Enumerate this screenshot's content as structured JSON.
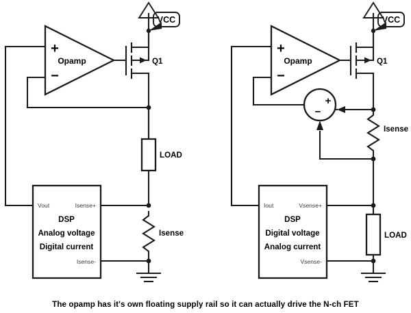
{
  "caption": "The opamp has it's own floating supply rail so it can actually drive the N-ch FET",
  "circuits": [
    {
      "id": "left-circuit",
      "name": "analog-voltage-digital-current",
      "supply": {
        "label": "VCC",
        "symbol": "arrow-up-rail"
      },
      "opamp": {
        "label": "Opamp",
        "plus": "+",
        "minus": "−"
      },
      "mosfet": {
        "label": "Q1",
        "type": "N-ch FET"
      },
      "components": [
        {
          "name": "load-resistor",
          "label": "LOAD",
          "style": "box"
        },
        {
          "name": "sense-resistor",
          "label": "Isense",
          "style": "zigzag"
        }
      ],
      "dsp": {
        "title": "DSP",
        "line1": "Analog voltage",
        "line2": "Digital current",
        "pins": {
          "left": "Vout",
          "right_top": "Isense+",
          "right_bottom": "Isense-"
        }
      },
      "ground": "earth-ground"
    },
    {
      "id": "right-circuit",
      "name": "digital-voltage-analog-current",
      "supply": {
        "label": "VCC",
        "symbol": "arrow-up-rail"
      },
      "opamp": {
        "label": "Opamp",
        "plus": "+",
        "minus": "−"
      },
      "mosfet": {
        "label": "Q1",
        "type": "N-ch FET"
      },
      "diffamp": {
        "name": "difference-amplifier",
        "plus": "+",
        "minus": "−"
      },
      "components": [
        {
          "name": "sense-resistor",
          "label": "Isense",
          "style": "zigzag"
        },
        {
          "name": "load-resistor",
          "label": "LOAD",
          "style": "box"
        }
      ],
      "dsp": {
        "title": "DSP",
        "line1": "Digital voltage",
        "line2": "Analog current",
        "pins": {
          "left": "Iout",
          "right_top": "Vsense+",
          "right_bottom": "Vsense-"
        }
      },
      "ground": "earth-ground"
    }
  ],
  "colors": {
    "ink": "#1a1a1a",
    "paper": "#ffffff",
    "pin_text": "#3a3a3a"
  }
}
